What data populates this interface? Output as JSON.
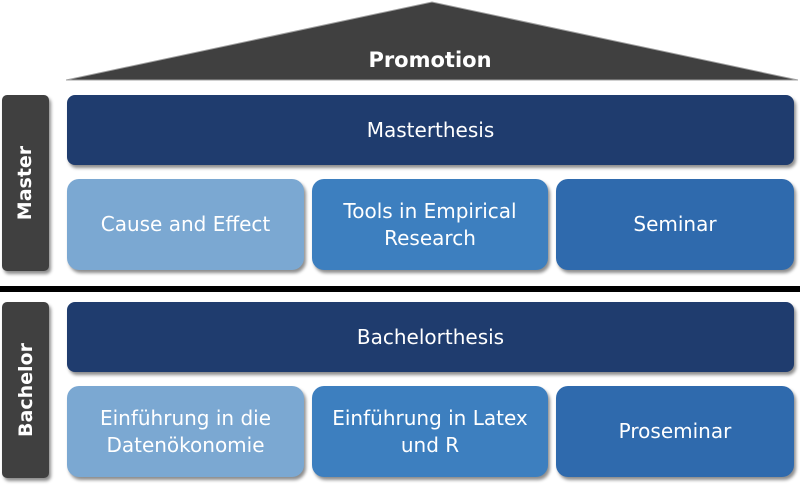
{
  "roof": {
    "label": "Promotion"
  },
  "master": {
    "label": "Master",
    "thesis": "Masterthesis",
    "courses": [
      "Cause and Effect",
      "Tools in Empirical Research",
      "Seminar"
    ]
  },
  "bachelor": {
    "label": "Bachelor",
    "thesis": "Bachelorthesis",
    "courses": [
      "Einführung in die Datenökonomie",
      "Einführung in Latex und R",
      "Proseminar"
    ]
  },
  "colors": {
    "roof": "#404040",
    "side_label": "#404040",
    "thesis_bar": "#1f3c6e",
    "course_light": "#7ba8d2",
    "course_mid": "#3d7fbf",
    "course_dark": "#2f6aad"
  }
}
